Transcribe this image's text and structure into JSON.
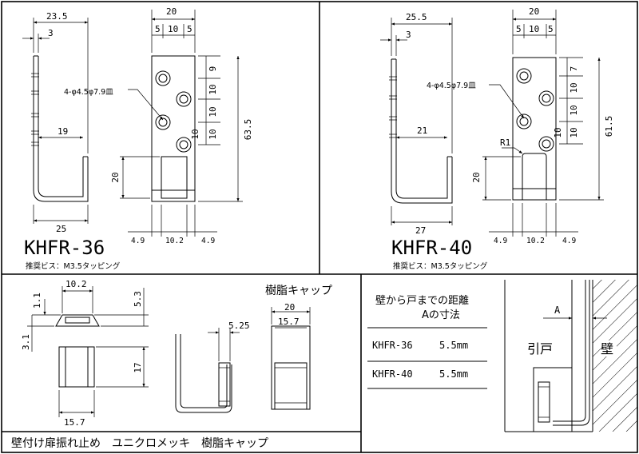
{
  "models": {
    "left": {
      "name": "KHFR-36",
      "screw": "推奨ビス：M3.5タッピング",
      "side": {
        "top": "23.5",
        "lip": "3",
        "inner": "19",
        "bottom": "25"
      },
      "front": {
        "width": "20",
        "w1": "5",
        "w2": "10",
        "w3": "5",
        "holes": "4-φ4.5φ7.9皿",
        "p1": "9",
        "p2": "10",
        "p3": "10",
        "p4": "10",
        "p5": "10",
        "height": "63.5",
        "slot": "20",
        "b1": "4.9",
        "b2": "10.2",
        "b3": "4.9"
      }
    },
    "right": {
      "name": "KHFR-40",
      "screw": "推奨ビス：M3.5タッピング",
      "side": {
        "top": "25.5",
        "lip": "3",
        "inner": "21",
        "bottom": "27"
      },
      "front": {
        "width": "20",
        "w1": "5",
        "w2": "10",
        "w3": "5",
        "holes": "4-φ4.5φ7.9皿",
        "p1": "7",
        "p2": "10",
        "p3": "10",
        "p4": "10",
        "p5": "10",
        "height": "61.5",
        "radius": "R1",
        "slot": "20",
        "b1": "4.9",
        "b2": "10.2",
        "b3": "4.9"
      }
    }
  },
  "cap": {
    "title": "樹脂キャップ",
    "top_w": "10.2",
    "top_t": "1.1",
    "top_h": "5.3",
    "left_h": "3.1",
    "body_h": "17",
    "body_w": "15.7",
    "side_off": "5.25",
    "front_w": "20",
    "front_inner": "15.7"
  },
  "table": {
    "header1": "壁から戸までの距離",
    "header2": "Aの寸法",
    "rows": [
      {
        "model": "KHFR-36",
        "value": "5.5mm"
      },
      {
        "model": "KHFR-40",
        "value": "5.5mm"
      }
    ]
  },
  "wall": {
    "a": "A",
    "door": "引戸",
    "wall": "壁"
  },
  "footer": "壁付け扉振れ止め　ユニクロメッキ　樹脂キャップ"
}
